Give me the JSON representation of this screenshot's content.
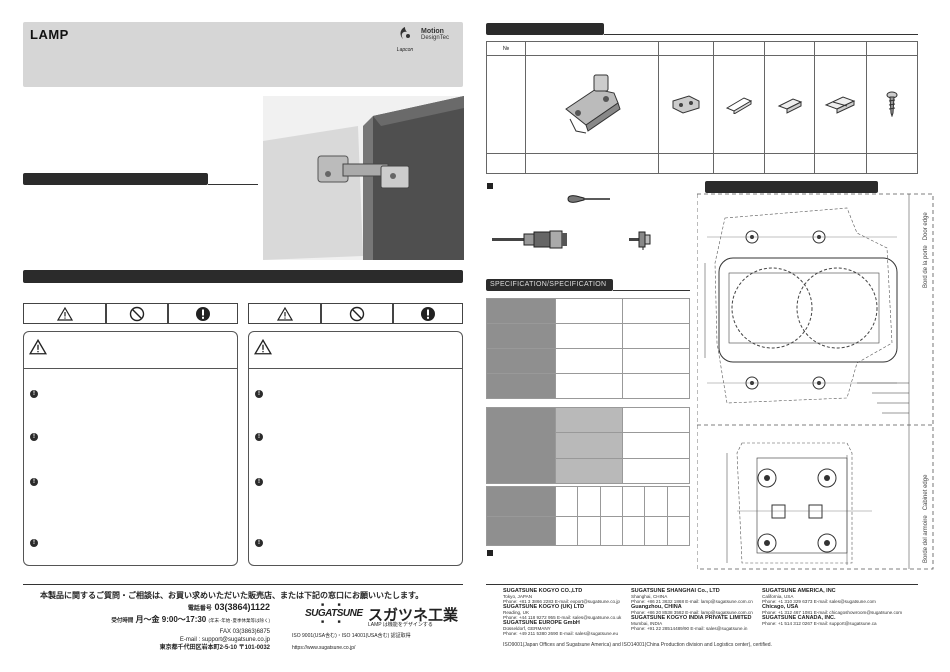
{
  "header": {
    "brand": "LAMP",
    "lapcon": "Lapcon",
    "motion_line1": "Motion",
    "motion_line2": "DesignTec"
  },
  "parts_table": {
    "no_label": "№"
  },
  "spec_title": "SPECIFICATION/SPECIFICATION",
  "diagram": {
    "door_edge": "Door edge",
    "bord_porte": "Bord de la porte",
    "cabinet_edge": "Cabinet edge",
    "bord_armoire": "Borde del armoire"
  },
  "contact": {
    "inquiry": "本製品に関するご質問・ご相談は、お買い求めいただいた販売店、または下記の窓口にお願いいたします。",
    "phone_label": "電話番号",
    "phone": "03(3864)1122",
    "hours_label": "受付時間",
    "hours": "月〜金 9:00〜17:30",
    "hours_note": "(年末･年始･夏季休業等は除く)",
    "fax": "FAX 03(3863)6875",
    "email": "E-mail : support@sugatsune.co.jp",
    "address": "東京都千代田区岩本町2-5-10 〒101-0032"
  },
  "company": {
    "sugatsune": "SUGATSUNE",
    "jp_name": "スガツネ工業",
    "lamp_note": "LAMP は機能をデザインする",
    "iso": "ISO 9001(USA含む)・ISO 14001(USA含む) 認証取得",
    "url": "https://www.sugatsune.co.jp/"
  },
  "offices": [
    {
      "name": "SUGATSUNE KOGYO CO.,LTD",
      "city": "Tokyo, JAPAN",
      "contact": "Phone: +81 3 3866 2283   E-mail: export@sugatsune.co.jp"
    },
    {
      "name": "SUGATSUNE KOGYO (UK) LTD",
      "city": "Reading, UK",
      "contact": "Phone: +44 118 9272 955   E-mail: sales@sugatsune.co.uk"
    },
    {
      "name": "SUGATSUNE EUROPE GmbH",
      "city": "Düsseldorf, GERMANY",
      "contact": "Phone: +49 211 5380 2690   E-mail: sales@sugatsune.eu"
    },
    {
      "name": "SUGATSUNE SHANGHAI Co., LTD",
      "city": "Shanghai, CHINA",
      "contact": "Phone: +86 21 3632 1868   E-mail: lamp@sugatsune.com.cn"
    },
    {
      "name": "Guangzhou, CHINA",
      "city": "",
      "contact": "Phone: +86 20 8538 3582   E-mail: lamp@sugatsune.com.cn"
    },
    {
      "name": "SUGATSUNE KOGYO INDIA PRIVATE LIMITED",
      "city": "Mumbai, INDIA",
      "contact": "Phone: +91 22 28514489/90   E-mail: sales@sugatsune.in"
    },
    {
      "name": "SUGATSUNE AMERICA, INC",
      "city": "California, USA",
      "contact": "Phone: +1 310 329 6373   E-mail: sales@sugatsune.com"
    },
    {
      "name": "Chicago, USA",
      "city": "",
      "contact": "Phone: +1 312 467 1081   E-mail: chicagoshowroom@sugatsune.com"
    },
    {
      "name": "SUGATSUNE CANADA, INC.",
      "city": "",
      "contact": "Phone: +1 514 312 0267   E-mail: support@sugatsune.ca"
    }
  ],
  "iso_footer": "ISO9001(Japan Offices and Sugatsune America) and ISO14001(China Production division and Logistics center), certified.",
  "colors": {
    "bar": "#2b2b2b",
    "grey_dark": "#8f8f8f",
    "grey_light": "#b9b9b9"
  },
  "icons": [
    "warning-triangle-icon",
    "prohibition-icon",
    "mandatory-icon"
  ]
}
